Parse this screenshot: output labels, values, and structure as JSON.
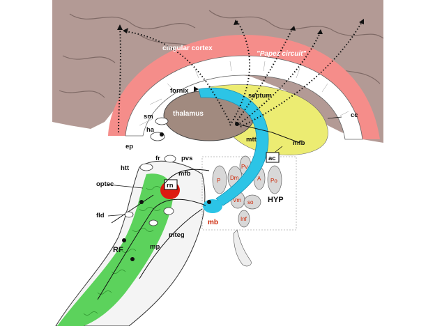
{
  "labels": {
    "cingular_cortex": "cingular cortex",
    "papez_circuit": "\"Papez circuit\"",
    "fornix": "fornix",
    "septum": "septum",
    "cc": "cc",
    "sm": "sm",
    "ha": "ha",
    "thalamus": "thalamus",
    "mtt": "mtt",
    "mfb_top": "mfb",
    "ep": "ep",
    "fr": "fr",
    "pvs": "pvs",
    "ac": "ac",
    "htt": "htt",
    "mfb_mid": "mfb",
    "optec": "optec",
    "rn": "rn",
    "hyp": "HYP",
    "fld": "fld",
    "mb": "mb",
    "mteg": "mteg",
    "rf": "RF",
    "mp": "mp",
    "nuclei": {
      "p": "P",
      "dm": "Dm",
      "pv": "Pv",
      "a": "A",
      "po": "Po",
      "vm": "Vm",
      "so": "so",
      "inf": "Inf"
    }
  },
  "colors": {
    "cortex": "#b39a95",
    "cingulate": "#f58d8a",
    "corpus_callosum": "#ffffff",
    "septum": "#ecec72",
    "thalamus": "#a18a7f",
    "fornix": "#2cc4e6",
    "reticular_formation": "#5cd25c",
    "red_nucleus": "#dd1a10"
  }
}
